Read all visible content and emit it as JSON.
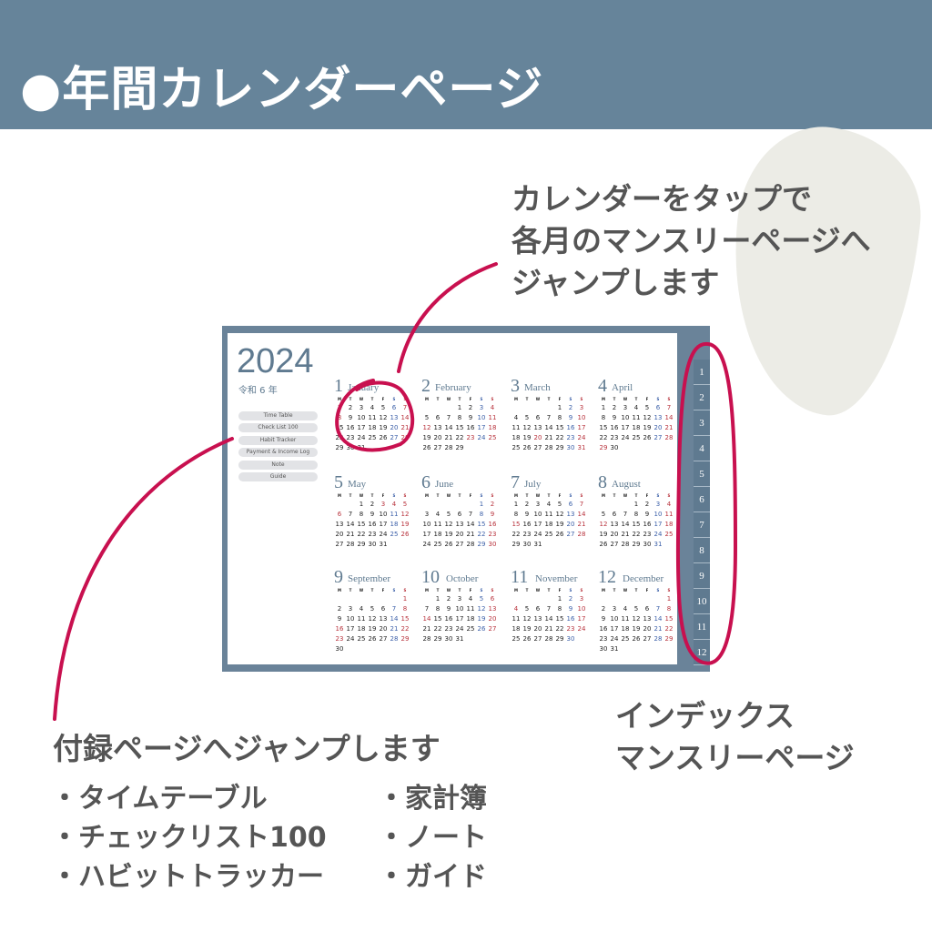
{
  "header": {
    "title": "●年間カレンダーページ"
  },
  "callouts": {
    "top": [
      "カレンダーをタップで",
      "各月のマンスリーページへ",
      "ジャンプします"
    ],
    "index": [
      "インデックス",
      "マンスリーページ"
    ],
    "appendix": "付録ページへジャンプします"
  },
  "appendix_items_left": [
    "・タイムテーブル",
    "・チェックリスト100",
    "・ハビットトラッカー"
  ],
  "appendix_items_right": [
    "・家計簿",
    "・ノート",
    "・ガイド"
  ],
  "calendar": {
    "year": "2024",
    "reiwa": "令和 6 年",
    "links": [
      "Time Table",
      "Check List 100",
      "Habit Tracker",
      "Payment & Income Log",
      "Note",
      "Guide"
    ],
    "weekdays": [
      "M",
      "T",
      "W",
      "T",
      "F",
      "S",
      "S"
    ],
    "months": [
      {
        "n": "1",
        "name": "January"
      },
      {
        "n": "2",
        "name": "February"
      },
      {
        "n": "3",
        "name": "March"
      },
      {
        "n": "4",
        "name": "April"
      },
      {
        "n": "5",
        "name": "May"
      },
      {
        "n": "6",
        "name": "June"
      },
      {
        "n": "7",
        "name": "July"
      },
      {
        "n": "8",
        "name": "August"
      },
      {
        "n": "9",
        "name": "September"
      },
      {
        "n": "10",
        "name": "October"
      },
      {
        "n": "11",
        "name": "November"
      },
      {
        "n": "12",
        "name": "December"
      }
    ],
    "holidays": {
      "1": [
        1,
        8
      ],
      "2": [
        11,
        12,
        23
      ],
      "3": [
        20
      ],
      "4": [
        29
      ],
      "5": [
        3,
        4,
        5,
        6
      ],
      "7": [
        15
      ],
      "8": [
        11,
        12
      ],
      "9": [
        16,
        22,
        23
      ],
      "10": [
        14
      ],
      "11": [
        3,
        4,
        23
      ],
      "12": []
    },
    "tabs": [
      "1",
      "2",
      "3",
      "4",
      "5",
      "6",
      "7",
      "8",
      "9",
      "10",
      "11",
      "12"
    ]
  },
  "colors": {
    "header": "#66849a",
    "accent": "#c8104f",
    "saturday": "#3b5fa8",
    "sunday": "#b8323c"
  }
}
